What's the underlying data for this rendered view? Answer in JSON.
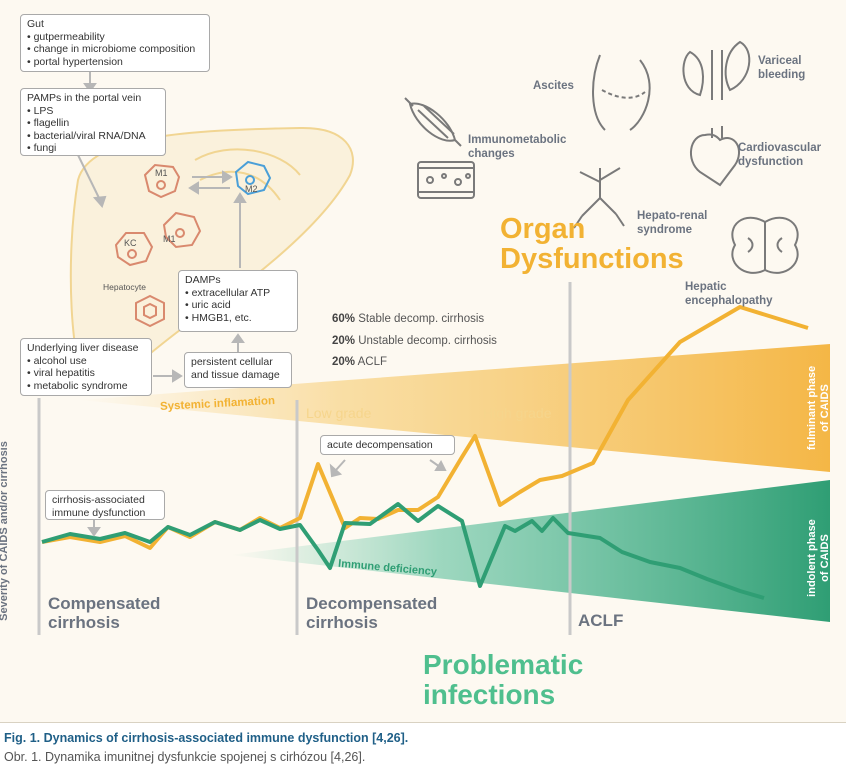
{
  "gut_box": {
    "title": "Gut",
    "items": [
      "gutpermeability",
      "change in microbiome composition",
      "portal hypertension"
    ]
  },
  "pamps_box": {
    "title": "PAMPs in the portal vein",
    "items": [
      "LPS",
      "flagellin",
      "bacterial/viral RNA/DNA",
      "fungi"
    ]
  },
  "damps_box": {
    "title": "DAMPs",
    "items": [
      "extracellular ATP",
      "uric acid",
      "HMGB1, etc."
    ]
  },
  "liver_disease_box": {
    "title": "Underlying liver disease",
    "items": [
      "alcohol use",
      "viral hepatitis",
      "metabolic syndrome"
    ]
  },
  "damage_box": {
    "text": "persistent cellular and tissue damage"
  },
  "cells": {
    "m1_a": "M1",
    "m2": "M2",
    "kc": "KC",
    "m1_b": "M1",
    "hepatocyte": "Hepatocyte"
  },
  "stats": [
    {
      "pct": "60%",
      "label": "Stable decomp. cirrhosis"
    },
    {
      "pct": "20%",
      "label": "Unstable decomp. cirrhosis"
    },
    {
      "pct": "20%",
      "label": "ACLF"
    }
  ],
  "organ_labels": {
    "ascites": "Ascites",
    "variceal_1": "Variceal",
    "variceal_2": "bleeding",
    "immuno_1": "Immunometabolic",
    "immuno_2": "changes",
    "cardio_1": "Cardiovascular",
    "cardio_2": "dysfunction",
    "renal_1": "Hepato-renal",
    "renal_2": "syndrome",
    "enceph_1": "Hepatic",
    "enceph_2": "encephalopathy"
  },
  "organ_dysfunctions": {
    "line1": "Organ",
    "line2": "Dysfunctions"
  },
  "problematic_infections": {
    "line1": "Problematic",
    "line2": "infections"
  },
  "systemic_inflammation": "Systemic inflamation",
  "immune_deficiency": "Immune deficiency",
  "low_grade": "Low grade",
  "high_grade": "High grade",
  "acute_decompensation": "acute decompensation",
  "cirrhosis_dysfunction_box": {
    "line1": "cirrhosis-associated",
    "line2": "immune dysfunction"
  },
  "y_axis_label": "Severity of CAIDS and/or cirrhosis",
  "phases": {
    "compensated_1": "Compensated",
    "compensated_2": "cirrhosis",
    "decompensated_1": "Decompensated",
    "decompensated_2": "cirrhosis",
    "aclf": "ACLF"
  },
  "fulminant_phase": {
    "line1": "fulminant phase",
    "line2": "of CAIDS"
  },
  "indolent_phase": {
    "line1": "indolent phase",
    "line2": "of CAIDS"
  },
  "caption": {
    "title": "Fig. 1. Dynamics of cirrhosis-associated immune dysfunction [4,26].",
    "subtitle": "Obr. 1. Dynamika imunitnej dysfunkcie spojenej s cirhózou [4,26]."
  },
  "colors": {
    "orange": "#f2b233",
    "green": "#2f9e74",
    "macrophage": "#d9896e",
    "m2_blue": "#4a9fd8",
    "gray_text": "#6b7380",
    "caption_blue": "#1f5f87"
  }
}
